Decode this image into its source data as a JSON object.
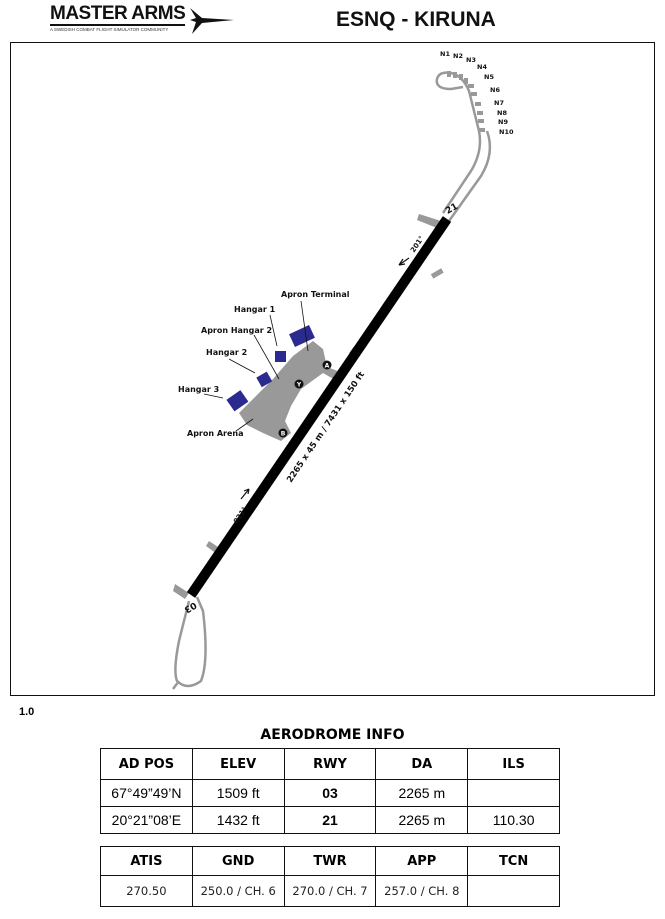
{
  "header": {
    "logo_main": "MASTER ARMS",
    "logo_sub": "A SWEDISH COMBAT FLIGHT SIMULATOR COMMUNITY",
    "title": "ESNQ - KIRUNA"
  },
  "map": {
    "stands": [
      "N1",
      "N2",
      "N3",
      "N4",
      "N5",
      "N6",
      "N7",
      "N8",
      "N9",
      "N10"
    ],
    "labels": {
      "apron_terminal": "Apron Terminal",
      "hangar1": "Hangar 1",
      "apron_hangar2": "Apron Hangar 2",
      "hangar2": "Hangar 2",
      "hangar3": "Hangar 3",
      "apron_arena": "Apron Arena"
    },
    "taxiways": {
      "a": "A",
      "b": "B",
      "y": "Y"
    },
    "runway_dims": "2265 x 45 m / 7431 x 150 ft",
    "heading_201": "201°",
    "heading_021": "021°",
    "rwy_03": "03",
    "rwy_21": "21",
    "colors": {
      "runway": "#000000",
      "taxiway": "#999999",
      "hangar": "#2b2b8f"
    }
  },
  "version": "1.0",
  "info": {
    "title": "AERODROME INFO",
    "table1": {
      "headers": [
        "AD POS",
        "ELEV",
        "RWY",
        "DA",
        "ILS"
      ],
      "rows": [
        [
          "67°49”49’N",
          "1509 ft",
          "03",
          "2265 m",
          ""
        ],
        [
          "20°21”08’E",
          "1432 ft",
          "21",
          "2265 m",
          "110.30"
        ]
      ]
    },
    "table2": {
      "headers": [
        "ATIS",
        "GND",
        "TWR",
        "APP",
        "TCN"
      ],
      "rows": [
        [
          "270.50",
          "250.0 / CH. 6",
          "270.0 / CH. 7",
          "257.0 / CH. 8",
          ""
        ]
      ]
    }
  }
}
